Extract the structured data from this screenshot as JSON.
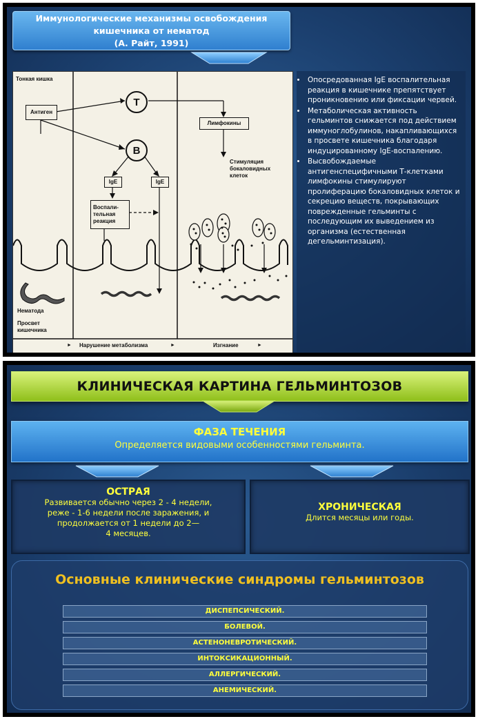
{
  "slide1": {
    "title": "Иммунологические механизмы освобождения кишечника от нематод",
    "subtitle": "(А. Райт, 1991)",
    "diagram": {
      "small_intestine": "Тонкая кишка",
      "antigen": "Антиген",
      "t_cell": "T",
      "b_cell": "B",
      "lymphokines": "Лимфокины",
      "ige_left": "IgE",
      "ige_right": "IgE",
      "inflammation_1": "Воспали-",
      "inflammation_2": "тельная",
      "inflammation_3": "реакция",
      "stimulation_1": "Стимуляция",
      "stimulation_2": "бокаловидных",
      "stimulation_3": "клеток",
      "nematode": "Нематода",
      "lumen_1": "Просвет",
      "lumen_2": "кишечника",
      "metabolism": "Нарушение метаболизма",
      "expulsion": "Изгнание",
      "arrow_glyph": "►"
    },
    "bullets": [
      "Опосредованная IgE воспалительная реакция в кишечнике препятствует проникновению или фиксации червей.",
      "Метаболическая активность гельминтов снижается под действием иммуноглобулинов, накапливающихся в просвете кишечника благодаря индуцированному IgE-воспалению.",
      "Высвобождаемые антигенспецифичными Т-клетками лимфокины стимулируют пролиферацию бокаловидных клеток и секрецию веществ, покрывающих поврежденные гельминты с последующим их выведением из организма (естественная дегельминтизация)."
    ]
  },
  "slide2": {
    "title": "КЛИНИЧЕСКАЯ КАРТИНА ГЕЛЬМИНТОЗОВ",
    "phase_title": "ФАЗА ТЕЧЕНИЯ",
    "phase_subtitle": "Определяется видовыми особенностями гельминта.",
    "acute_title": "ОСТРАЯ",
    "acute_text": [
      "Развивается обычно через 2 - 4 недели,",
      "реже - 1-6 недели после заражения, и",
      "продолжается от 1 недели до 2—",
      "4 месяцев."
    ],
    "chronic_title": "ХРОНИЧЕСКАЯ",
    "chronic_text": "Длится месяцы или годы.",
    "syndromes_title": "Основные клинические синдромы гельминтозов",
    "syndromes": [
      "ДИСПЕПСИЧЕСКИЙ.",
      "БОЛЕВОЙ.",
      "АСТЕНОНЕВРОТИЧЕСКИЙ.",
      "ИНТОКСИКАЦИОННЫЙ.",
      "АЛЛЕРГИЧЕСКИЙ.",
      "АНЕМИЧЕСКИЙ."
    ]
  },
  "colors": {
    "background": "#1b3f6e",
    "accent_yellow": "#ffff3c",
    "title_green": "#a8d030",
    "title_blue": "#3a8ad8",
    "syndrome_title": "#f0c020"
  }
}
